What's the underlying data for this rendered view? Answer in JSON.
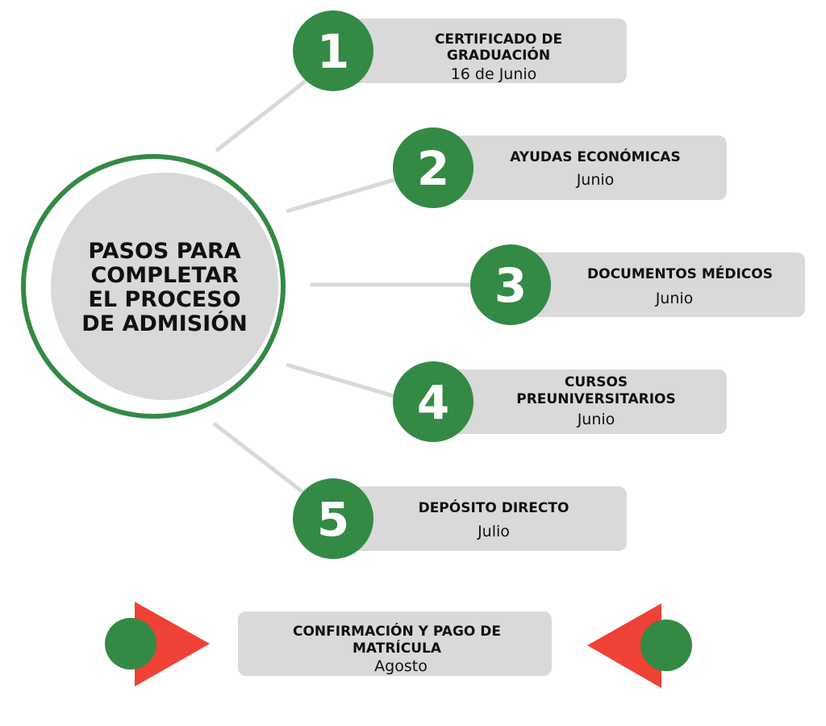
{
  "title_lines": [
    "PASOS PARA",
    "COMPLETAR",
    "EL PROCESO",
    "DE ADMISIÓN"
  ],
  "colors": {
    "green": "#338a44",
    "gray": "#d9d9d9",
    "red": "#ef4136"
  },
  "steps": [
    {
      "number": "1",
      "title_lines": [
        "CERTIFICADO DE",
        "GRADUACIÓN"
      ],
      "date": "16 de Junio"
    },
    {
      "number": "2",
      "title_lines": [
        "AYUDAS ECONÓMICAS"
      ],
      "date": "Junio"
    },
    {
      "number": "3",
      "title_lines": [
        "DOCUMENTOS MÉDICOS"
      ],
      "date": "Junio"
    },
    {
      "number": "4",
      "title_lines": [
        "CURSOS",
        "PREUNIVERSITARIOS"
      ],
      "date": "Junio"
    },
    {
      "number": "5",
      "title_lines": [
        "DEPÓSITO DIRECTO"
      ],
      "date": "Julio"
    }
  ],
  "final": {
    "title_lines": [
      "CONFIRMACIÓN Y PAGO DE",
      "MATRÍCULA"
    ],
    "date": "Agosto"
  }
}
